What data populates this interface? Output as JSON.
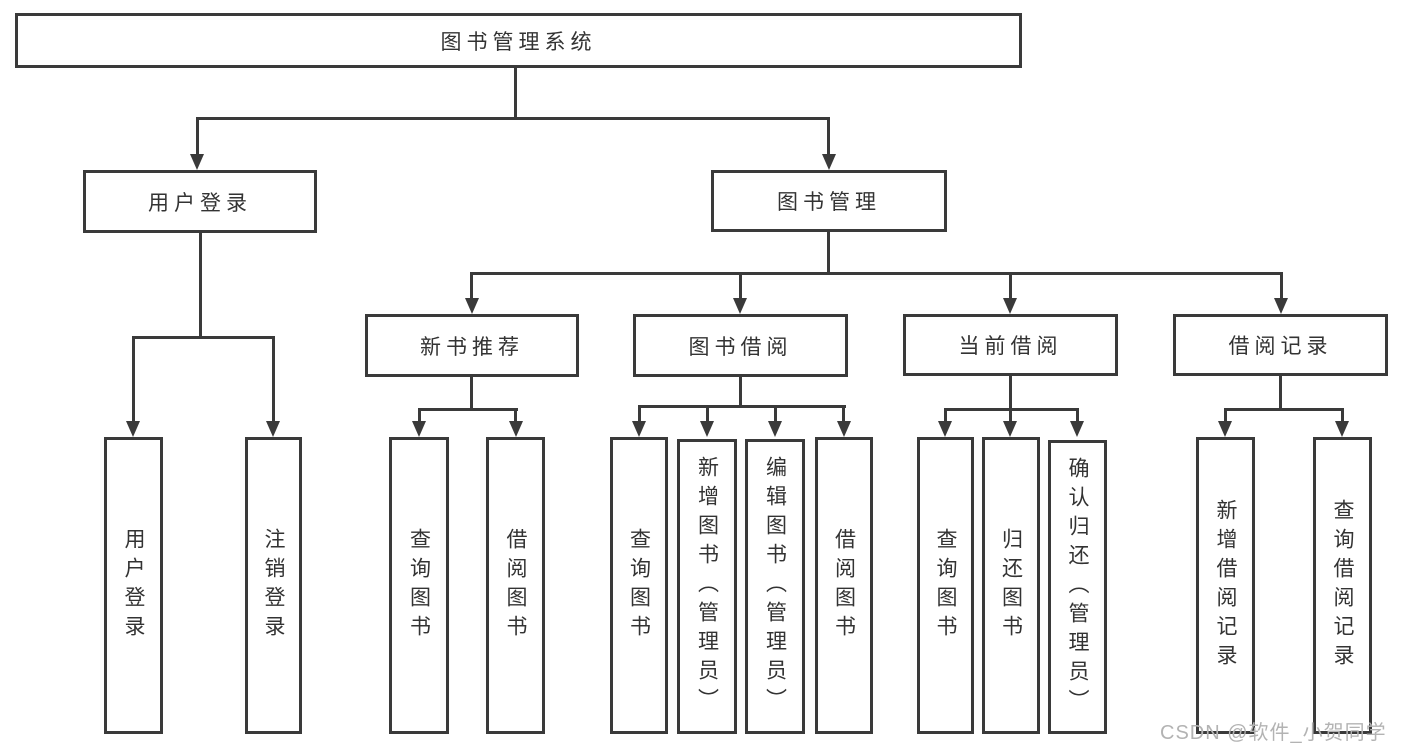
{
  "diagram_type": "tree",
  "colors": {
    "line": "#3a3a3a",
    "box_border": "#3a3a3a",
    "text": "#333333",
    "background": "#ffffff",
    "watermark": "#b3b3b3"
  },
  "tree": {
    "label": "图书管理系统",
    "children": [
      {
        "label": "用户登录",
        "children": [
          {
            "label": "用户登录"
          },
          {
            "label": "注销登录"
          }
        ]
      },
      {
        "label": "图书管理",
        "children": [
          {
            "label": "新书推荐",
            "children": [
              {
                "label": "查询图书"
              },
              {
                "label": "借阅图书"
              }
            ]
          },
          {
            "label": "图书借阅",
            "children": [
              {
                "label": "查询图书"
              },
              {
                "label": "新增图书（管理员）"
              },
              {
                "label": "编辑图书（管理员）"
              },
              {
                "label": "借阅图书"
              }
            ]
          },
          {
            "label": "当前借阅",
            "children": [
              {
                "label": "查询图书"
              },
              {
                "label": "归还图书"
              },
              {
                "label": "确认归还（管理员）"
              }
            ]
          },
          {
            "label": "借阅记录",
            "children": [
              {
                "label": "新增借阅记录"
              },
              {
                "label": "查询借阅记录"
              }
            ]
          }
        ]
      }
    ]
  },
  "watermark": {
    "text": "CSDN @软件_小贺同学"
  }
}
